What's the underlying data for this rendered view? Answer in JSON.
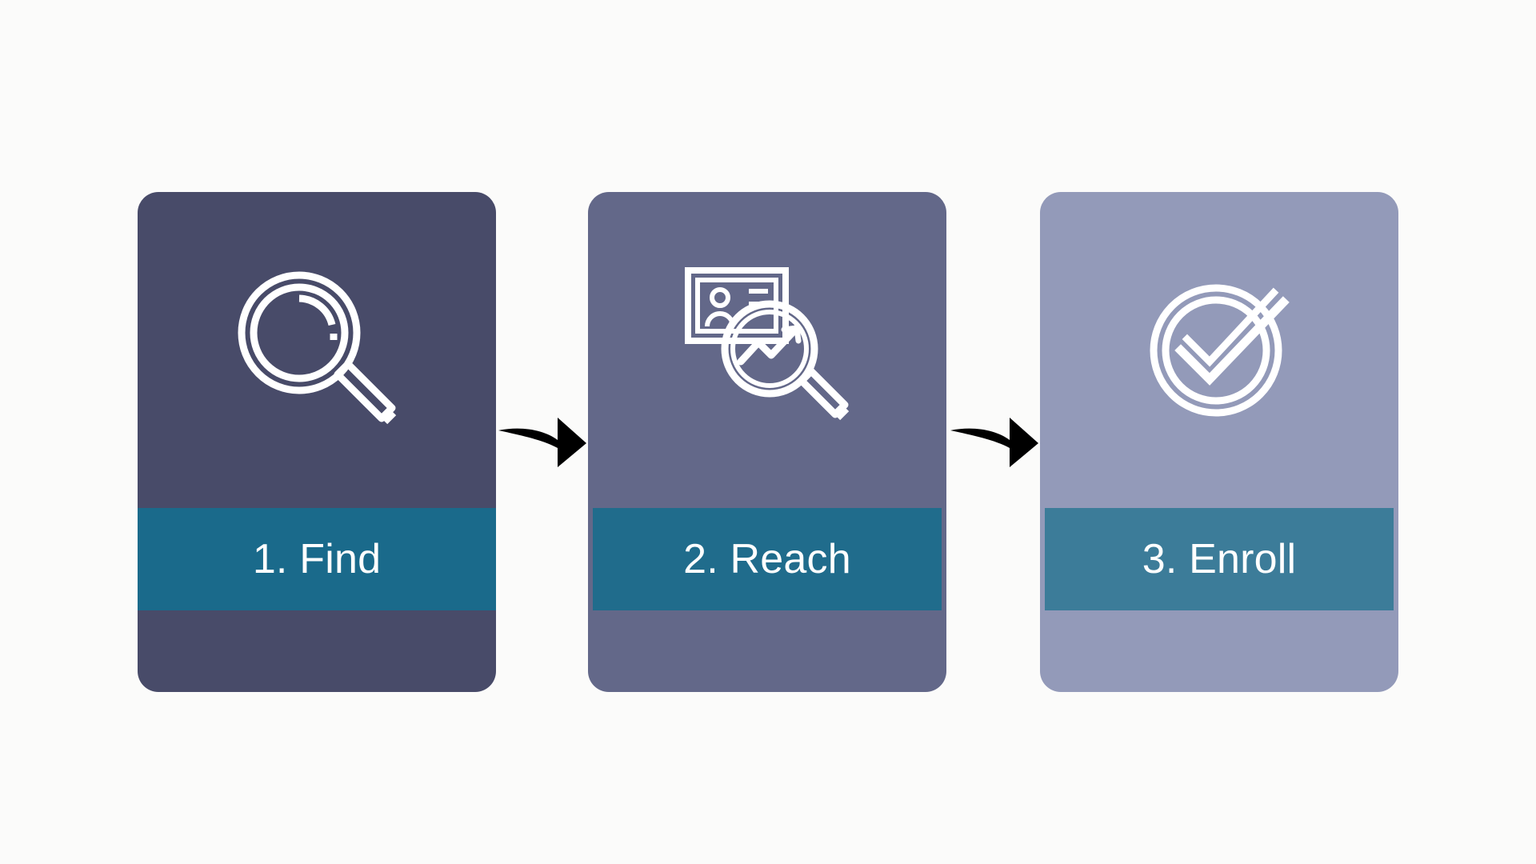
{
  "diagram": {
    "background_color": "#fbfbfa",
    "label_band_color": "#1b6a8a",
    "icon_color": "#ffffff",
    "arrow_color": "#000000",
    "steps": [
      {
        "number": "1",
        "label": "1. Find",
        "icon": "magnifying-glass-icon",
        "card_color": "#484b69",
        "band_color": "#1a6a8b"
      },
      {
        "number": "2",
        "label": "2. Reach",
        "icon": "photo-search-chart-icon",
        "card_color": "#636889",
        "band_color": "#206c8c"
      },
      {
        "number": "3",
        "label": "3. Enroll",
        "icon": "circle-check-icon",
        "card_color": "#939ab9",
        "band_color": "#3c7c99"
      }
    ],
    "connectors": [
      {
        "name": "arrow-step-1-to-2",
        "glyph": "curved-right-arrow-icon"
      },
      {
        "name": "arrow-step-2-to-3",
        "glyph": "curved-right-arrow-icon"
      }
    ]
  }
}
